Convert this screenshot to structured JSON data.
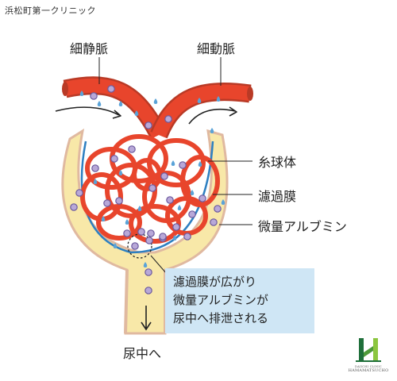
{
  "header": {
    "clinic_name": "浜松町第一クリニック"
  },
  "labels": {
    "vein": "細静脈",
    "artery": "細動脈",
    "glomerulus": "糸球体",
    "filtration_membrane": "濾過膜",
    "microalbumin": "微量アルブミン",
    "to_urine": "尿中へ"
  },
  "callout": {
    "line1": "濾過膜が広がり",
    "line2": "微量アルブミンが",
    "line3": "尿中へ排泄される"
  },
  "logo": {
    "subtitle": "DAIICHI CLINIC",
    "name": "HAMAMATSUCHO",
    "colors": {
      "dark": "#1f6f3a",
      "light": "#8cc63f"
    }
  },
  "colors": {
    "vessel": "#e8452c",
    "vessel_dark": "#b93a26",
    "capsule": "#f8e8a8",
    "capsule_edge": "#e9c9b5",
    "membrane": "#2d7fc1",
    "albumin": "#b8a8d8",
    "albumin_edge": "#6c5a9e",
    "drop": "#5aa3d8",
    "callout_bg": "#cfe6f5"
  }
}
